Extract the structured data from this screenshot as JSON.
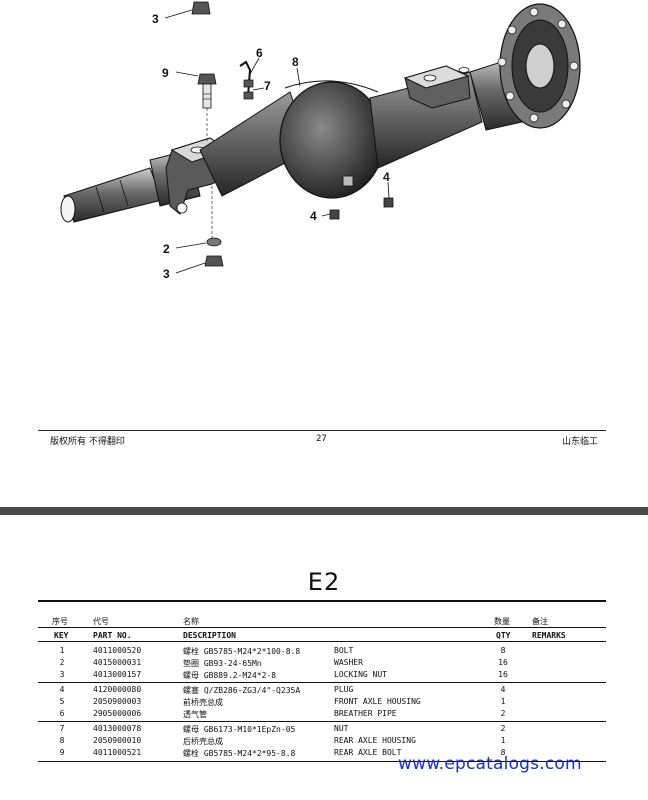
{
  "diagram": {
    "callouts": [
      "3",
      "9",
      "6",
      "7",
      "8",
      "4",
      "4",
      "2",
      "3"
    ]
  },
  "footer": {
    "left": "版权所有 不得翻印",
    "page": "27",
    "right": "山东临工"
  },
  "section": {
    "title": "E2"
  },
  "table": {
    "headers_cn": {
      "key": "序号",
      "part": "代号",
      "desc": "名称",
      "qty": "数量",
      "remarks": "备注"
    },
    "headers_en": {
      "key": "KEY",
      "part": "PART NO.",
      "desc": "DESCRIPTION",
      "qty": "QTY",
      "remarks": "REMARKS"
    },
    "rows": [
      {
        "key": "1",
        "part": "4011000520",
        "spec": "螺栓 GB5785-M24*2*100-8.8",
        "desc": "BOLT",
        "qty": "8"
      },
      {
        "key": "2",
        "part": "4015000031",
        "spec": "垫圈 GB93-24-65Mn",
        "desc": "WASHER",
        "qty": "16"
      },
      {
        "key": "3",
        "part": "4013000157",
        "spec": "螺母 GB889.2-M24*2-8",
        "desc": "LOCKING NUT",
        "qty": "16"
      },
      {
        "key": "4",
        "part": "4120000080",
        "spec": "螺塞 Q/ZB286-ZG3/4\"-Q235A",
        "desc": "PLUG",
        "qty": "4"
      },
      {
        "key": "5",
        "part": "2050900003",
        "spec": "前桥壳总成",
        "desc": "FRONT AXLE HOUSING",
        "qty": "1"
      },
      {
        "key": "6",
        "part": "2905000006",
        "spec": "透气管",
        "desc": "BREATHER PIPE",
        "qty": "2"
      },
      {
        "key": "7",
        "part": "4013000078",
        "spec": "螺母 GB6173-M10*1EpZn-05",
        "desc": "NUT",
        "qty": "2"
      },
      {
        "key": "8",
        "part": "2050900010",
        "spec": "后桥壳总成",
        "desc": "REAR AXLE HOUSING",
        "qty": "1"
      },
      {
        "key": "9",
        "part": "4011000521",
        "spec": "螺栓 GB5785-M24*2*95-8.8",
        "desc": "REAR AXLE BOLT",
        "qty": "8"
      }
    ]
  },
  "watermark": "www.epcatalogs.com"
}
